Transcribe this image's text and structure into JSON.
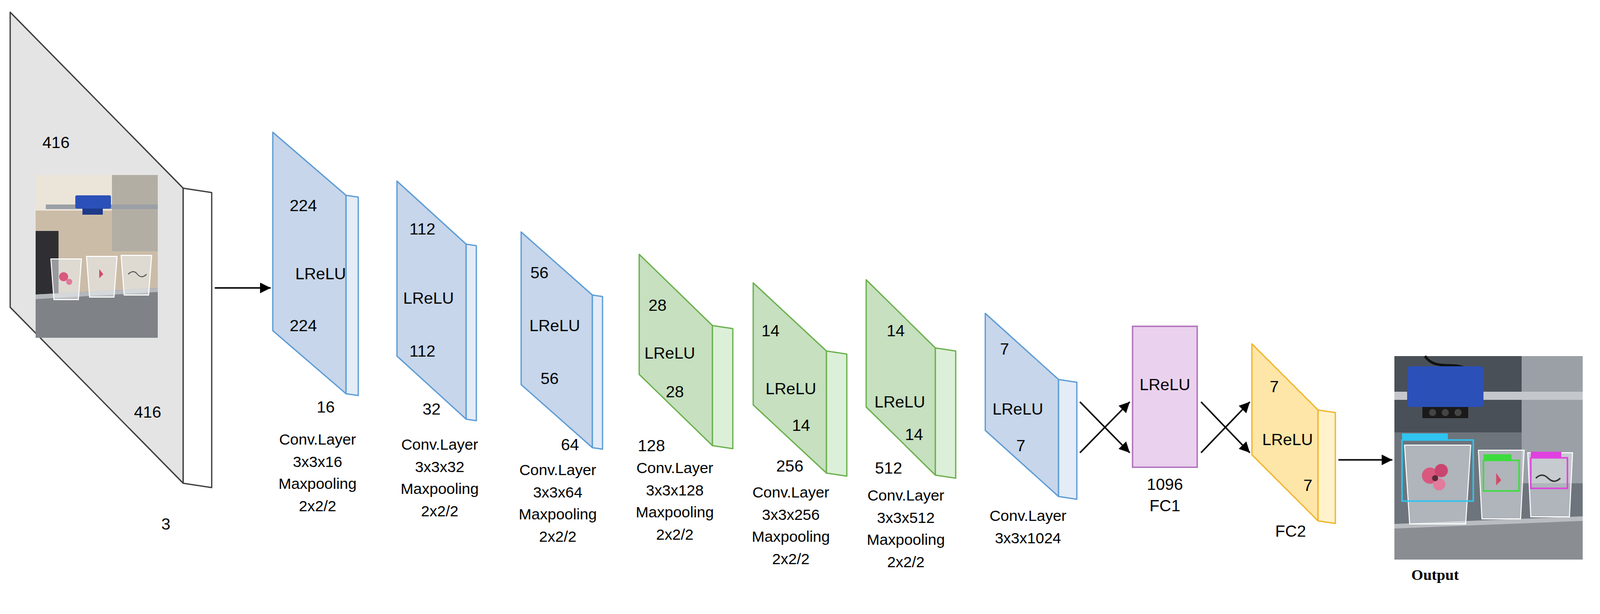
{
  "diagram": {
    "nodes": [
      {
        "text": [
          "416",
          "416",
          "3"
        ]
      },
      {
        "text": [
          "224",
          "LReLU",
          "224",
          "16",
          "Conv.Layer 3x3x16 Maxpooling 2x2/2"
        ]
      },
      {
        "text": [
          "112",
          "LReLU",
          "112",
          "32",
          "Conv.Layer 3x3x32 Maxpooling 2x2/2"
        ]
      },
      {
        "text": [
          "56",
          "LReLU",
          "56",
          "64",
          "Conv.Layer 3x3x64 Maxpooling 2x2/2"
        ]
      },
      {
        "text": [
          "28",
          "LReLU",
          "28",
          "128",
          "Conv.Layer 3x3x128 Maxpooling 2x2/2"
        ]
      },
      {
        "text": [
          "14",
          "LReLU",
          "14",
          "256",
          "Conv.Layer 3x3x256 Maxpooling 2x2/2"
        ]
      },
      {
        "text": [
          "14",
          "LReLU",
          "14",
          "512",
          "Conv.Layer 3x3x512 Maxpooling 2x2/2"
        ]
      },
      {
        "text": [
          "7",
          "LReLU",
          "7",
          "Conv.Layer 3x3x1024"
        ]
      },
      {
        "text": [
          "LReLU",
          "1096",
          "FC1"
        ]
      },
      {
        "text": [
          "7",
          "LReLU",
          "7",
          "FC2"
        ]
      },
      {
        "text": [
          "Output"
        ]
      }
    ],
    "edges": [
      {
        "from": 0,
        "to": 1,
        "arrow": "to"
      },
      {
        "from": 7,
        "to": 8,
        "arrow": "to"
      },
      {
        "from": 7,
        "to": 8,
        "arrow": "to"
      },
      {
        "from": 8,
        "to": 9,
        "arrow": "to"
      },
      {
        "from": 8,
        "to": 9,
        "arrow": "to"
      },
      {
        "from": 9,
        "to": 10,
        "arrow": "to"
      }
    ]
  }
}
